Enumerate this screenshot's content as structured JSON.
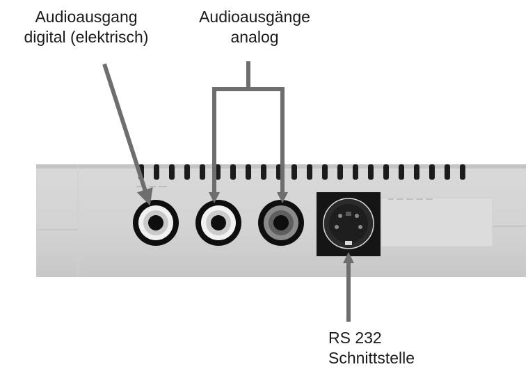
{
  "labels": {
    "digital_output": {
      "line1": "Audioausgang",
      "line2": "digital (elektrisch)"
    },
    "analog_outputs": {
      "line1": "Audioausgänge",
      "line2": "analog"
    },
    "rs232": {
      "line1": "RS 232",
      "line2": "Schnittstelle"
    }
  },
  "colors": {
    "arrow": "#6e6e6e",
    "panel": "#d7d7d7",
    "connector": "#111111",
    "text": "#1a1a1a"
  }
}
